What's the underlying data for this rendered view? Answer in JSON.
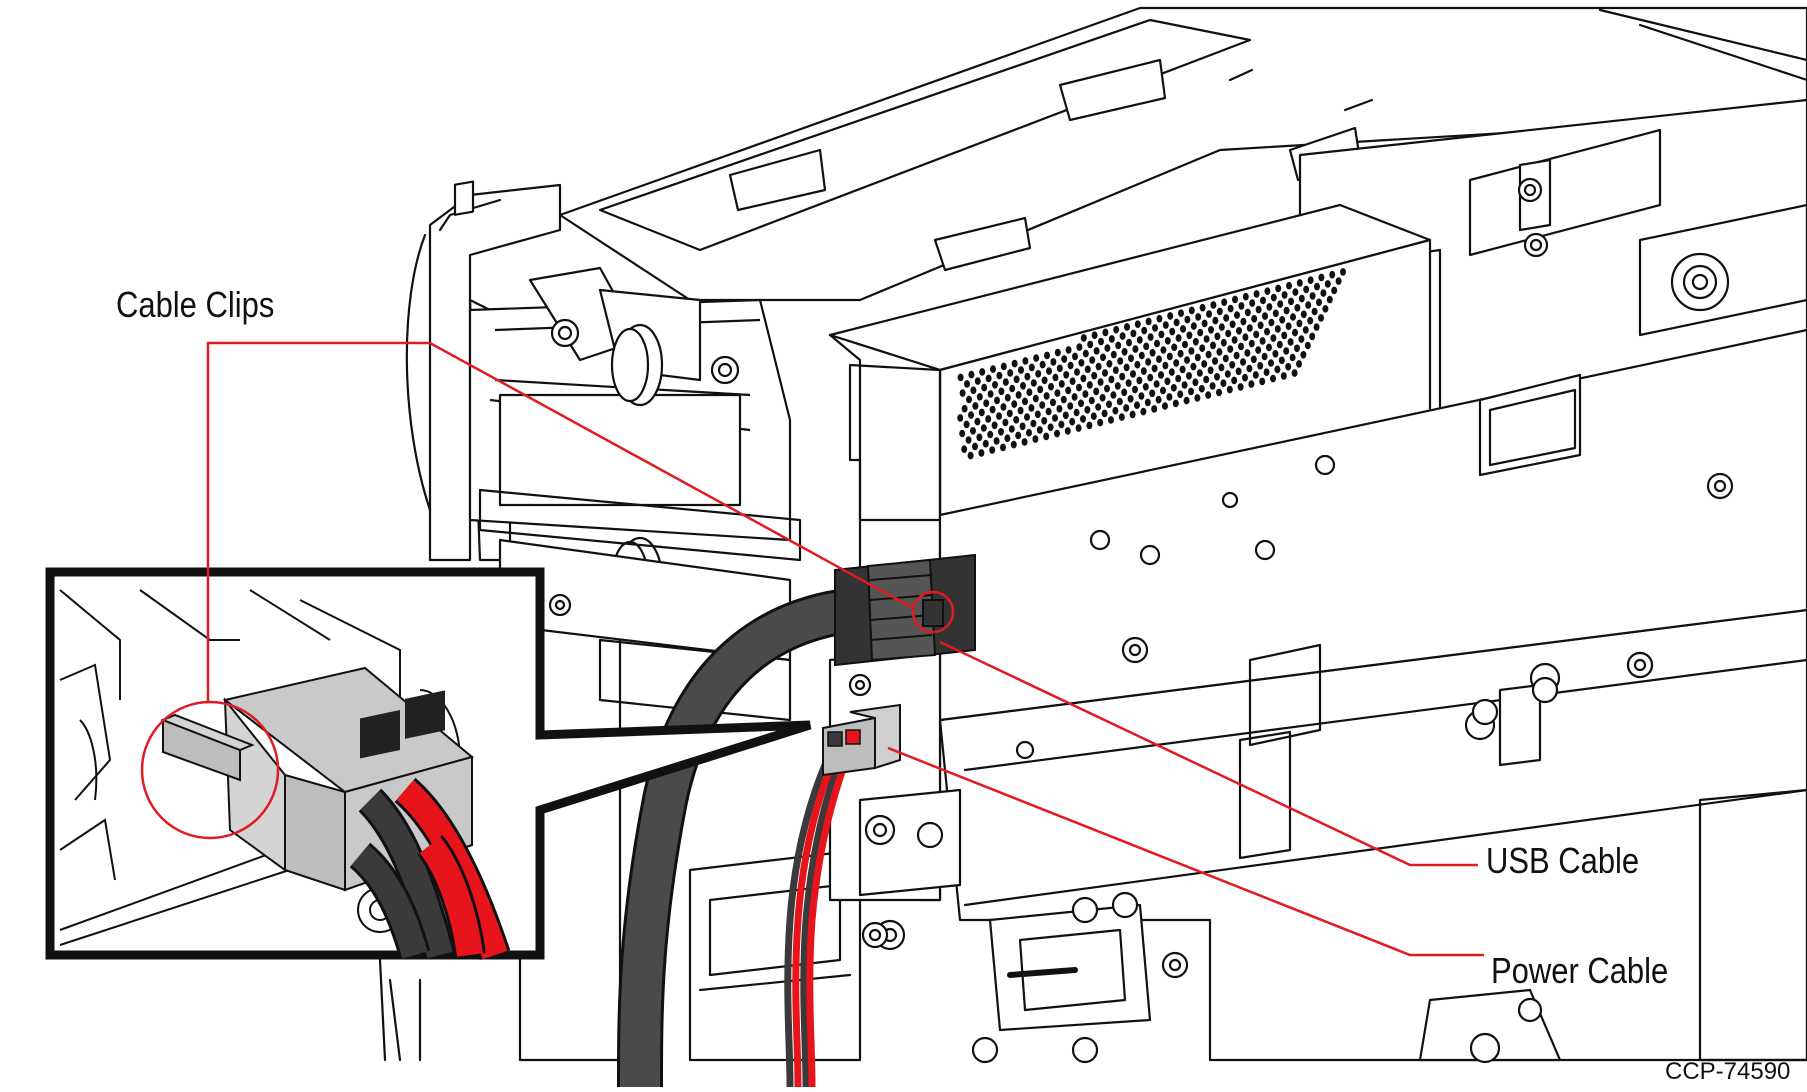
{
  "figure": {
    "id": "CCP-74590",
    "accent_color": "#e11b22",
    "cable_colors": {
      "usb": "#4a4a4a",
      "power_red": "#e8141c",
      "power_black": "#3a3a3a",
      "connector": "#bdbdbd"
    }
  },
  "callouts": {
    "cable_clips": "Cable Clips",
    "usb_cable": "USB Cable",
    "power_cable": "Power Cable"
  }
}
